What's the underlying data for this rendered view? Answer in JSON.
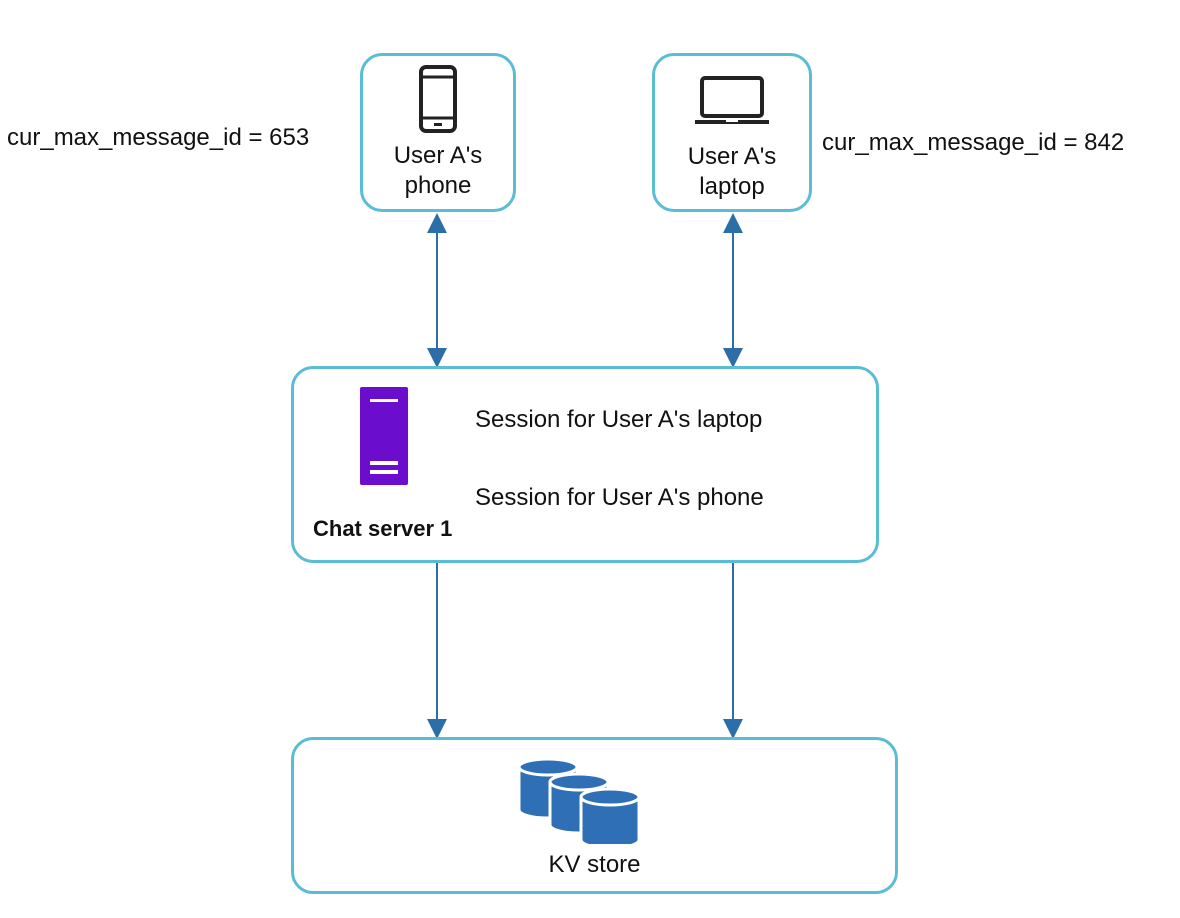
{
  "devices": {
    "phone": {
      "label_line1": "User A's",
      "label_line2": "phone",
      "cursor_text": "cur_max_message_id = 653"
    },
    "laptop": {
      "label_line1": "User A's",
      "label_line2": "laptop",
      "cursor_text": "cur_max_message_id = 842"
    }
  },
  "chat_server": {
    "name": "Chat server 1",
    "sessions": [
      "Session for User A's laptop",
      "Session for User A's phone"
    ],
    "server_color": "#6a0dcc"
  },
  "kv_store": {
    "label": "KV store",
    "icon_color": "#2e6fb6"
  },
  "colors": {
    "box_border": "#5bbcd6",
    "arrow": "#2c6ea8"
  }
}
